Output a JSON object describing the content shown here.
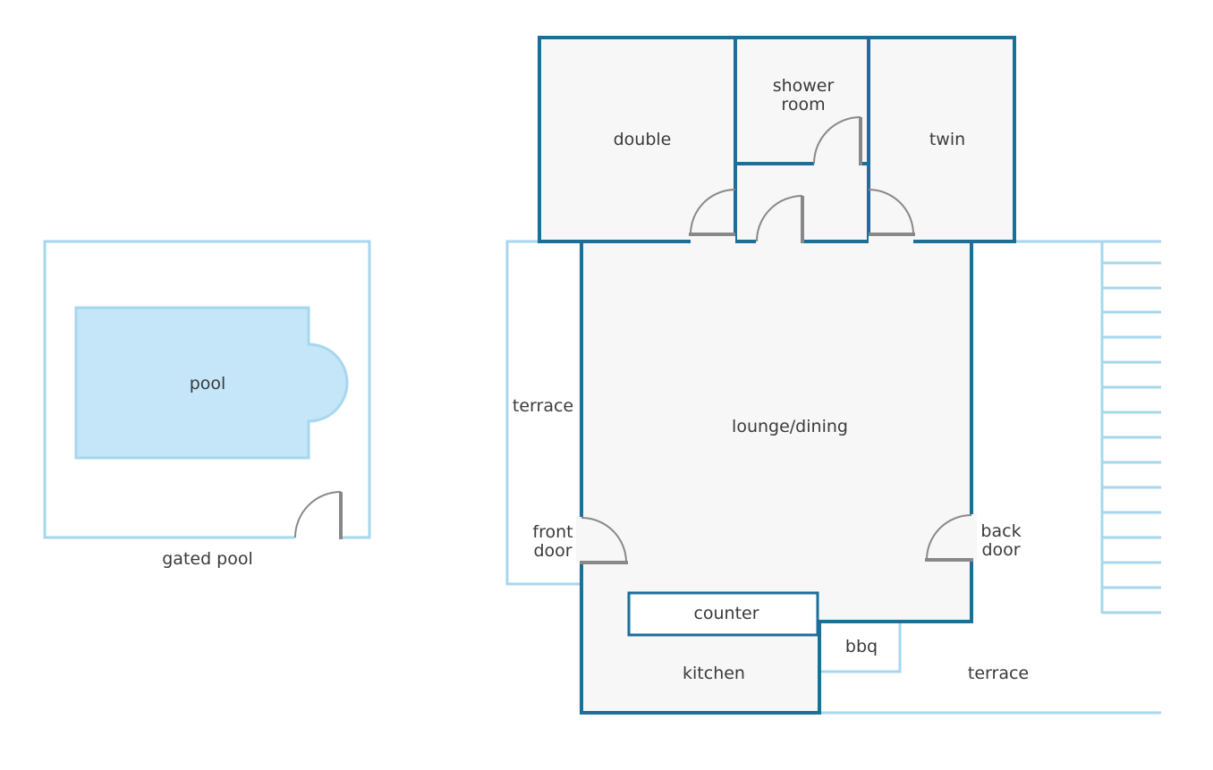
{
  "labels": {
    "pool": "pool",
    "gated_pool": "gated pool",
    "double": "double",
    "shower_1": "shower",
    "shower_2": "room",
    "twin": "twin",
    "terrace_left": "terrace",
    "lounge": "lounge/dining",
    "front_door_1": "front",
    "front_door_2": "door",
    "back_door_1": "back",
    "back_door_2": "door",
    "counter": "counter",
    "bbq": "bbq",
    "kitchen": "kitchen",
    "terrace_right": "terrace"
  },
  "colors": {
    "wall": "#1e6e9a",
    "outline": "#a7d7ec",
    "pool_fill": "#c5e5f8",
    "room_fill": "#f7f7f7",
    "door": "#888888",
    "text": "#3a3a3a"
  }
}
